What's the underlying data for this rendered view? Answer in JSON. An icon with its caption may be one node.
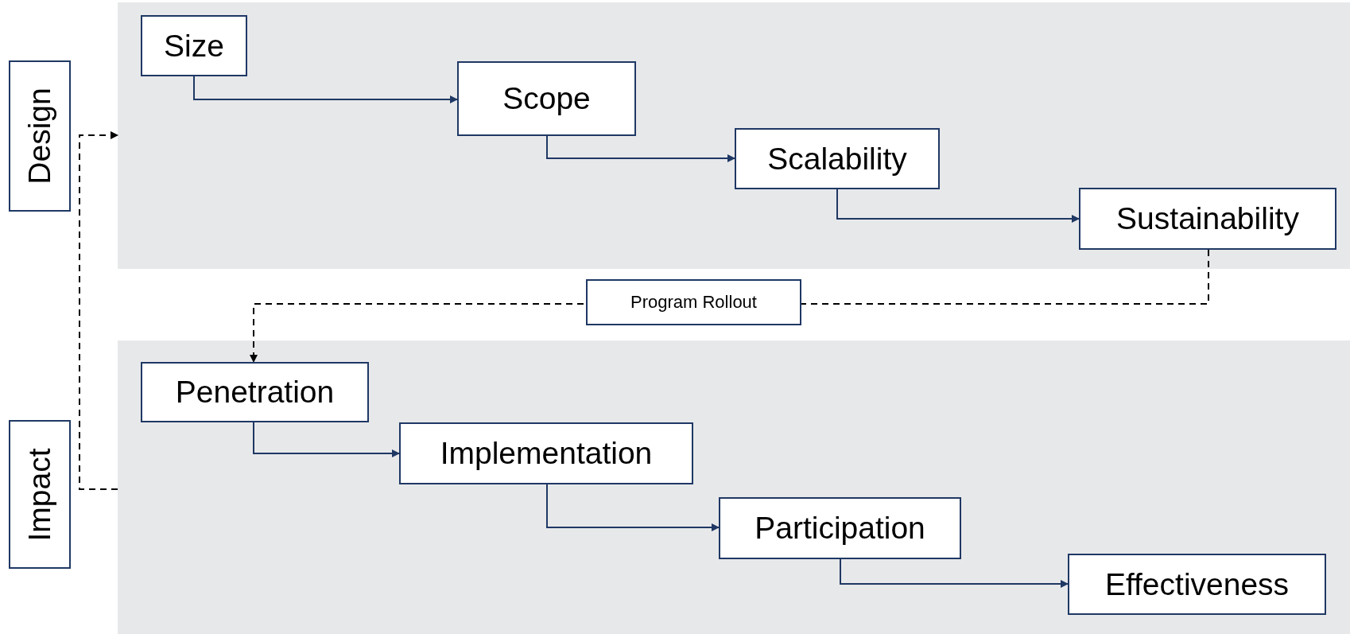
{
  "diagram": {
    "nodes": [
      {
        "text": [
          "Design"
        ]
      },
      {
        "text": [],
        "shape": "box"
      },
      {
        "text": [
          "Size"
        ],
        "in": 1
      },
      {
        "text": [
          "Scope"
        ],
        "in": 1
      },
      {
        "text": [
          "Scalability"
        ],
        "in": 1
      },
      {
        "text": [
          "Sustainability"
        ],
        "in": 1
      },
      {
        "text": [
          "Impact"
        ]
      },
      {
        "text": [],
        "shape": "box"
      },
      {
        "text": [
          "Penetration"
        ],
        "in": 7
      },
      {
        "text": [
          "Implementation"
        ],
        "in": 7
      },
      {
        "text": [
          "Participation"
        ],
        "in": 7
      },
      {
        "text": [
          "Effectiveness"
        ],
        "in": 7
      }
    ],
    "edges": [
      {
        "from": 2,
        "to": 3,
        "arrow": "to"
      },
      {
        "from": 3,
        "to": 4,
        "arrow": "to"
      },
      {
        "from": 4,
        "to": 5,
        "arrow": "to"
      },
      {
        "from": 5,
        "to": 8,
        "arrow": "to",
        "label": "Program Rollout",
        "style": "dashed",
        "color": "#000000"
      },
      {
        "from": 8,
        "to": 9,
        "arrow": "to"
      },
      {
        "from": 9,
        "to": 10,
        "arrow": "to"
      },
      {
        "from": 10,
        "to": 11,
        "arrow": "to"
      },
      {
        "from": 7,
        "to": 1,
        "arrow": "to",
        "style": "dashed",
        "color": "#000000"
      }
    ]
  }
}
